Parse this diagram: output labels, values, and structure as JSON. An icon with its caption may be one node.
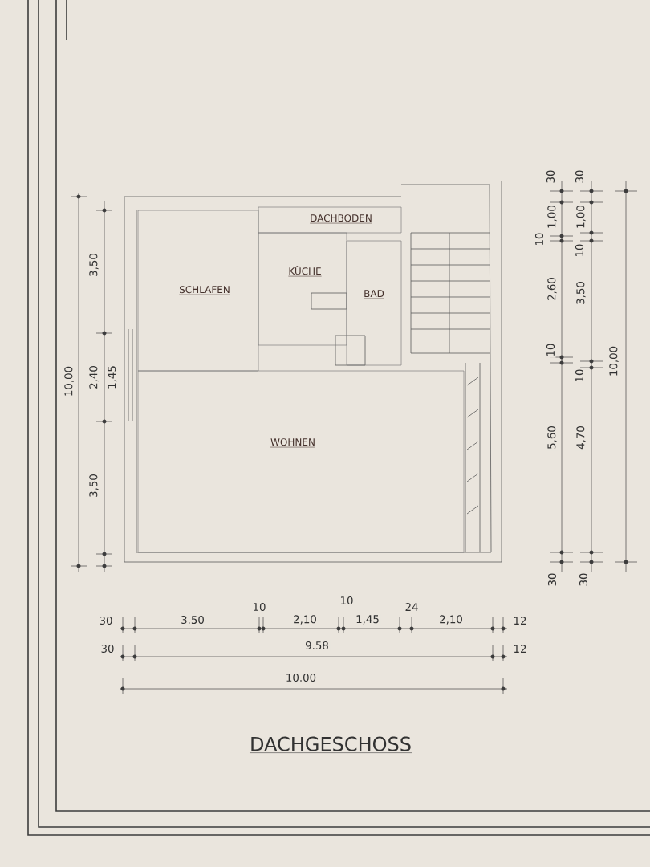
{
  "diagram": {
    "title": "DACHGESCHOSS",
    "nodes": [
      {
        "text": [
          "SCHLAFEN"
        ]
      },
      {
        "text": [
          "DACHBODEN"
        ]
      },
      {
        "text": [
          "KÜCHE"
        ]
      },
      {
        "text": [
          "BAD"
        ]
      },
      {
        "text": [
          "WOHNEN"
        ]
      }
    ],
    "labels": [
      "10,00",
      "3,50",
      "2,40",
      "1,45",
      "3,50",
      "30",
      "30",
      "1,00",
      "1,00",
      "10",
      "10",
      "2,60",
      "3,50",
      "10",
      "10",
      "10,00",
      "5,60",
      "4,70",
      "30",
      "30",
      "30",
      "3.50",
      "10",
      "2,10",
      "10",
      "1,45",
      "24",
      "2,10",
      "12",
      "30",
      "9.58",
      "12",
      "10.00"
    ]
  }
}
